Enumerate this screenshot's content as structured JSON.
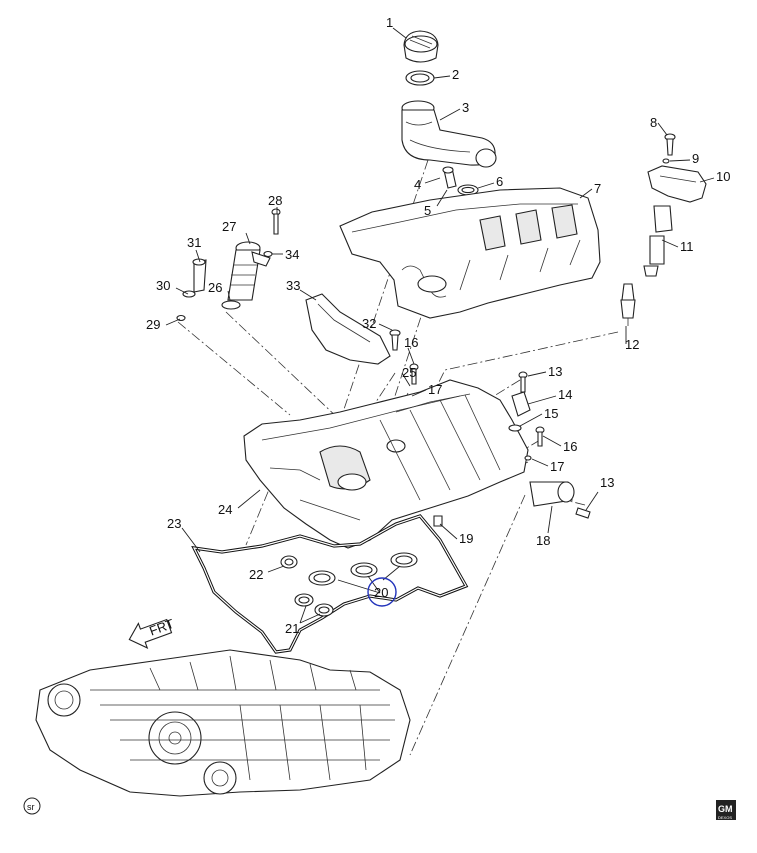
{
  "callouts": [
    {
      "id": "1",
      "label": "1"
    },
    {
      "id": "2",
      "label": "2"
    },
    {
      "id": "3",
      "label": "3"
    },
    {
      "id": "4",
      "label": "4"
    },
    {
      "id": "5",
      "label": "5"
    },
    {
      "id": "6",
      "label": "6"
    },
    {
      "id": "7",
      "label": "7"
    },
    {
      "id": "8",
      "label": "8"
    },
    {
      "id": "9",
      "label": "9"
    },
    {
      "id": "10",
      "label": "10"
    },
    {
      "id": "11",
      "label": "11"
    },
    {
      "id": "12",
      "label": "12"
    },
    {
      "id": "13a",
      "label": "13"
    },
    {
      "id": "13b",
      "label": "13"
    },
    {
      "id": "14",
      "label": "14"
    },
    {
      "id": "15",
      "label": "15"
    },
    {
      "id": "16a",
      "label": "16"
    },
    {
      "id": "16b",
      "label": "16"
    },
    {
      "id": "17a",
      "label": "17"
    },
    {
      "id": "17b",
      "label": "17"
    },
    {
      "id": "18",
      "label": "18"
    },
    {
      "id": "19",
      "label": "19"
    },
    {
      "id": "20",
      "label": "20"
    },
    {
      "id": "21",
      "label": "21"
    },
    {
      "id": "22",
      "label": "22"
    },
    {
      "id": "23",
      "label": "23"
    },
    {
      "id": "24",
      "label": "24"
    },
    {
      "id": "25",
      "label": "25"
    },
    {
      "id": "26",
      "label": "26"
    },
    {
      "id": "27",
      "label": "27"
    },
    {
      "id": "28",
      "label": "28"
    },
    {
      "id": "29",
      "label": "29"
    },
    {
      "id": "30",
      "label": "30"
    },
    {
      "id": "31",
      "label": "31"
    },
    {
      "id": "32",
      "label": "32"
    },
    {
      "id": "33",
      "label": "33"
    },
    {
      "id": "34",
      "label": "34"
    }
  ],
  "front_arrow_label": "FRT",
  "corner_mark": "sr",
  "logo": {
    "brand": "GM",
    "subtext": "DEXOS"
  },
  "highlight_color": "#2233bb"
}
